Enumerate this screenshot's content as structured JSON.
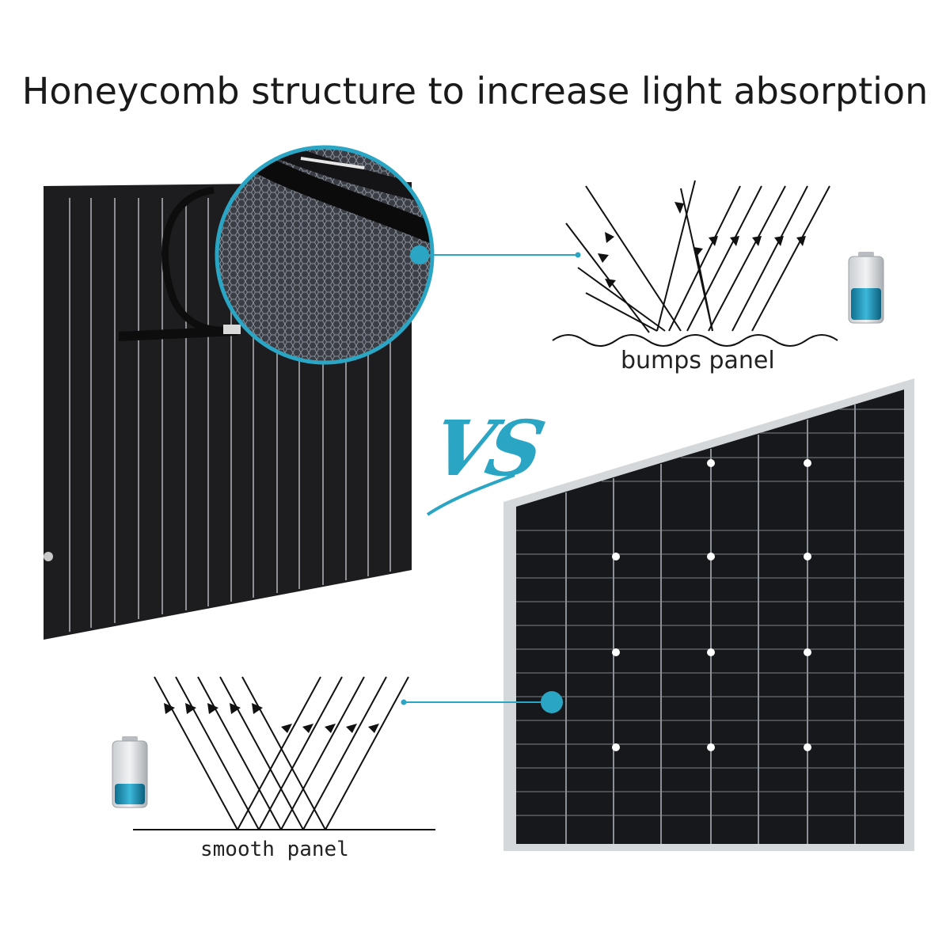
{
  "title": "Honeycomb structure to increase light absorption",
  "vs_label": "VS",
  "bumps_label": "bumps panel",
  "smooth_label": "smooth panel",
  "colors": {
    "accent": "#2aa5c4",
    "panel_dark": "#1b1b1d",
    "frame": "#cfd3d6",
    "battery_fill": "#1e8fb3"
  },
  "icons": {
    "battery": "battery-icon",
    "zoom_lens": "magnifier-circle",
    "callout_dot": "callout-dot"
  }
}
